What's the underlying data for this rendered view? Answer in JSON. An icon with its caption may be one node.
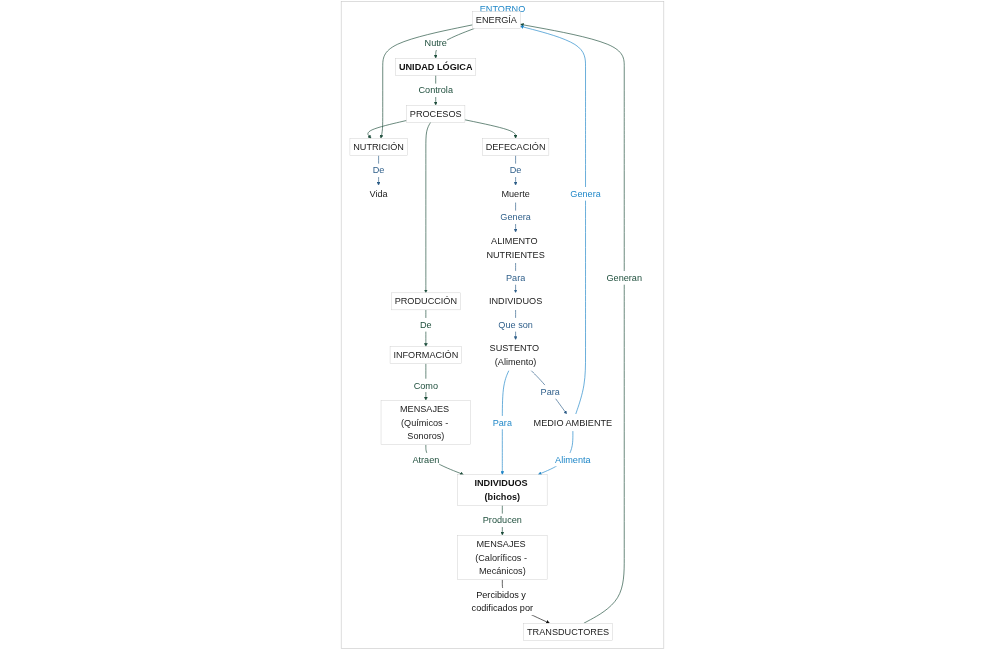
{
  "diagram": {
    "nodes": [
      {
        "text": [
          "ENTORNO"
        ]
      },
      {
        "text": [
          "ENERGÍA"
        ],
        "in": 0
      },
      {
        "text": [
          "UNIDAD LÓGICA"
        ],
        "in": 0
      },
      {
        "text": [
          "PROCESOS"
        ],
        "in": 0
      },
      {
        "text": [
          "NUTRICIÓN"
        ],
        "in": 0
      },
      {
        "text": [
          "PRODUCCIÓN"
        ],
        "in": 0
      },
      {
        "text": [
          "DEFECACIÓN"
        ],
        "in": 0
      },
      {
        "text": [
          "Vida"
        ],
        "in": 0
      },
      {
        "text": [
          "TRANSDUCTORES"
        ],
        "in": 0
      },
      {
        "text": [
          "INFORMACIÓN"
        ],
        "in": 0
      },
      {
        "text": [
          "Muerte"
        ],
        "in": 0
      },
      {
        "text": [
          "MENSAJES (Caloríficos - Mecánicos)"
        ],
        "in": 0
      },
      {
        "text": [
          "MENSAJES (Químicos - Sonoros)"
        ],
        "in": 0
      },
      {
        "text": [
          "INDIVIDUOS (bichos)"
        ],
        "in": 0
      },
      {
        "text": [
          "ALIMENTO NUTRIENTES"
        ],
        "in": 0
      },
      {
        "text": [
          "MEDIO AMBIENTE"
        ],
        "in": 0
      },
      {
        "text": [
          "SUSTENTO (Alimento)"
        ],
        "in": 0
      },
      {
        "text": [
          "INDIVIDUOS"
        ],
        "in": 0
      }
    ],
    "edges": [
      {
        "from": 1,
        "to": 2,
        "arrow": "to",
        "label": "Nutre"
      },
      {
        "from": 2,
        "to": 3,
        "arrow": "to",
        "label": "Controla"
      },
      {
        "from": 3,
        "to": 4,
        "arrow": "to"
      },
      {
        "from": 3,
        "to": 5,
        "arrow": "to"
      },
      {
        "from": 3,
        "to": 6,
        "arrow": "to"
      },
      {
        "from": 1,
        "to": 4,
        "arrow": "to"
      },
      {
        "from": 4,
        "to": 7,
        "arrow": "to",
        "label": "De",
        "color": "#2f5f8a"
      },
      {
        "from": 5,
        "to": 9,
        "arrow": "to",
        "label": "De"
      },
      {
        "from": 6,
        "to": 10,
        "arrow": "to",
        "label": "De",
        "color": "#2f5f8a"
      },
      {
        "from": 9,
        "to": 12,
        "arrow": "to",
        "label": "Como"
      },
      {
        "from": 12,
        "to": 13,
        "arrow": "to",
        "label": "Atraen"
      },
      {
        "from": 13,
        "to": 11,
        "arrow": "to",
        "label": "Producen"
      },
      {
        "from": 11,
        "to": 8,
        "arrow": "to",
        "label": "Percibidos y codificados por",
        "color": "#111111"
      },
      {
        "from": 8,
        "to": 1,
        "arrow": "to",
        "label": "Generan"
      },
      {
        "from": 10,
        "to": 14,
        "arrow": "to",
        "label": "Genera",
        "color": "#2f5f8a"
      },
      {
        "from": 14,
        "to": 17,
        "arrow": "to",
        "label": "Para",
        "color": "#2f5f8a"
      },
      {
        "from": 17,
        "to": 16,
        "arrow": "to",
        "label": "Que son",
        "color": "#2f5f8a"
      },
      {
        "from": 16,
        "to": 15,
        "arrow": "to",
        "label": "Para",
        "color": "#2f5f8a"
      },
      {
        "from": 16,
        "to": 13,
        "arrow": "to",
        "label": "Para",
        "color": "#1f87c8"
      },
      {
        "from": 15,
        "to": 13,
        "arrow": "to",
        "label": "Alimenta",
        "color": "#1f87c8"
      },
      {
        "from": 15,
        "to": 1,
        "arrow": "to",
        "label": "Genera",
        "color": "#1f87c8"
      }
    ]
  }
}
